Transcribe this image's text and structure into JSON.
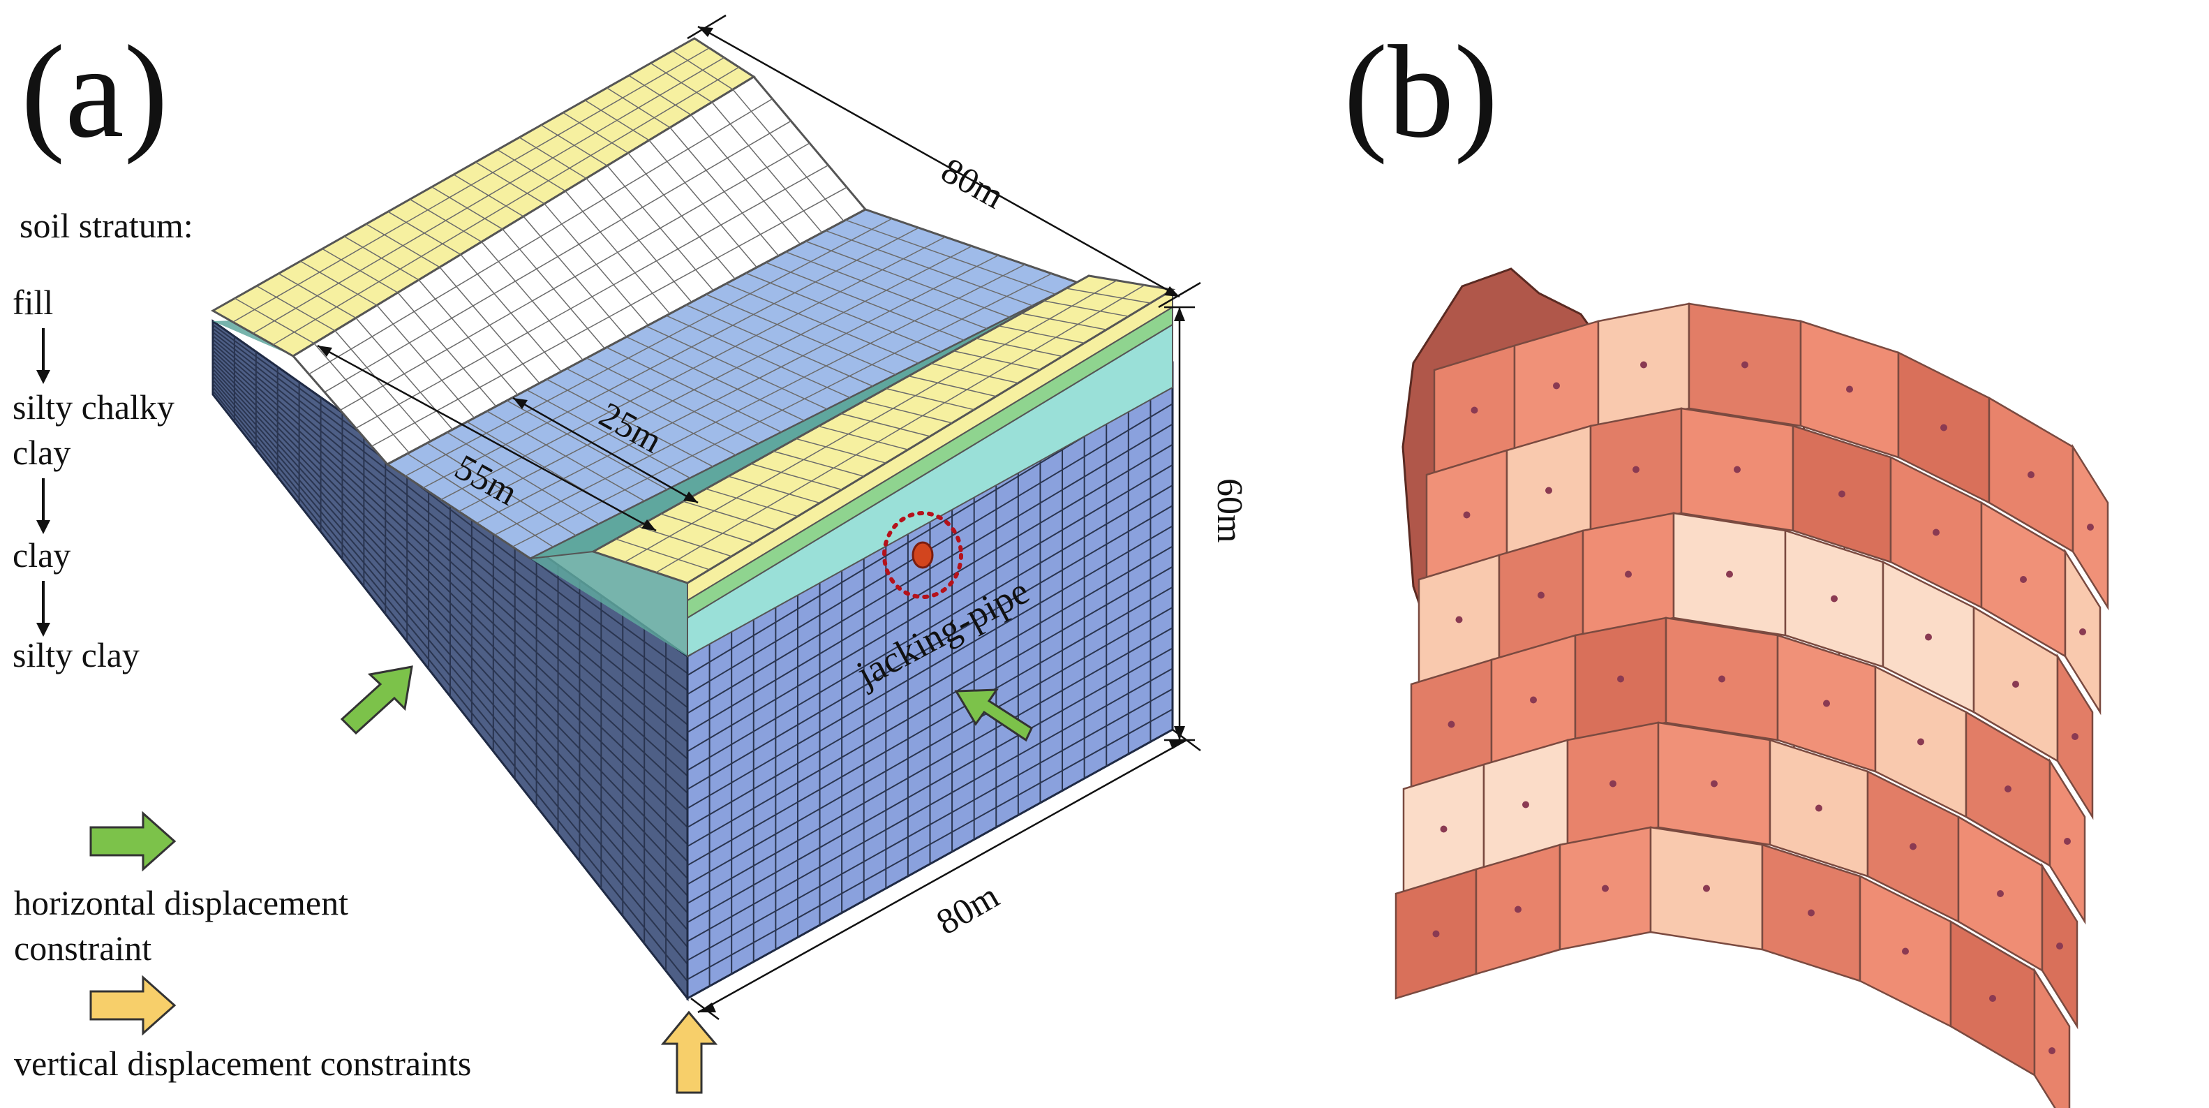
{
  "panel_a": {
    "label": "(a)",
    "legend": {
      "title": "soil stratum:",
      "layers": [
        "fill",
        "silty chalky",
        "clay",
        "clay",
        "silty clay"
      ],
      "horizontal_constraint": [
        "horizontal displacement",
        "constraint"
      ],
      "vertical_constraint": "vertical displacement constraints"
    },
    "dimensions": {
      "top_length": "80m",
      "bottom_length": "80m",
      "height": "60m",
      "pit_width_inner": "25m",
      "pit_width_outer": "55m"
    },
    "pipe_label": "jacking-pipe"
  },
  "panel_b": {
    "label": "(b)"
  },
  "colors": {
    "fill_layer": "#f6f0a0",
    "excavated": "#ffffff",
    "pit_floor": "#9fbbe9",
    "silty_chalky_clay": "#9ae0d8",
    "clay_green": "#8fd48f",
    "left_face": "#4e5f86",
    "right_face": "#8aa1dd",
    "slope_face": "#5fa79e",
    "arrow_horizontal": "#7cc24a",
    "arrow_vertical": "#f7cf6a",
    "ring_dark": "#e07a62",
    "ring_light": "#fbdcc8",
    "ring_inner": "#b0574a"
  }
}
